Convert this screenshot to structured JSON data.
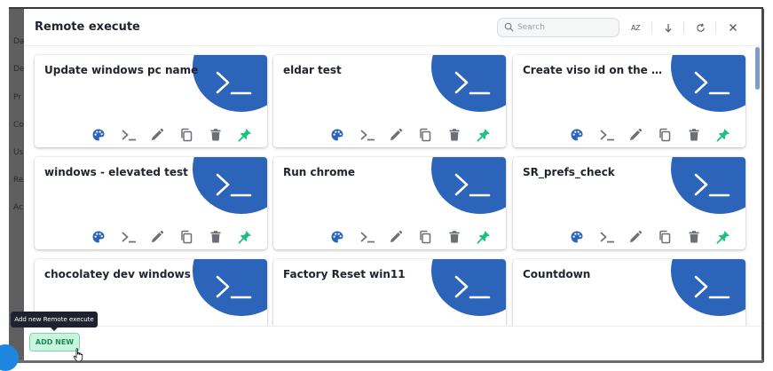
{
  "background": {
    "ghost_labels": [
      "Da",
      "De",
      "Pr",
      "Co",
      "Us",
      "Re",
      "Ac"
    ]
  },
  "modal": {
    "title": "Remote execute",
    "search": {
      "placeholder": "Search",
      "value": ""
    },
    "header_buttons": {
      "sort_az": "AZ",
      "sort_az_icon": "sort-az-icon",
      "sort_direction_icon": "arrow-down-icon",
      "refresh_icon": "refresh-icon",
      "close_icon": "close-icon"
    }
  },
  "colors": {
    "accent_blue": "#2b64b8",
    "palette_icon": "#2b64b8",
    "pin_icon": "#19c37d",
    "action_icon": "#6b6f76",
    "add_new_bg": "#c9f5df",
    "add_new_text": "#1b8a55"
  },
  "cards": [
    {
      "name": "Update windows pc name"
    },
    {
      "name": "eldar test"
    },
    {
      "name": "Create viso id on the desktop"
    },
    {
      "name": "windows - elevated test"
    },
    {
      "name": "Run chrome"
    },
    {
      "name": "SR_prefs_check"
    },
    {
      "name": "chocolatey dev windows"
    },
    {
      "name": "Factory Reset win11"
    },
    {
      "name": "Countdown"
    }
  ],
  "card_actions": [
    "palette-icon",
    "terminal-icon",
    "edit-pencil-icon",
    "copy-icon",
    "trash-icon",
    "pin-icon"
  ],
  "footer": {
    "add_new_label": "ADD NEW",
    "tooltip": "Add new Remote execute"
  }
}
